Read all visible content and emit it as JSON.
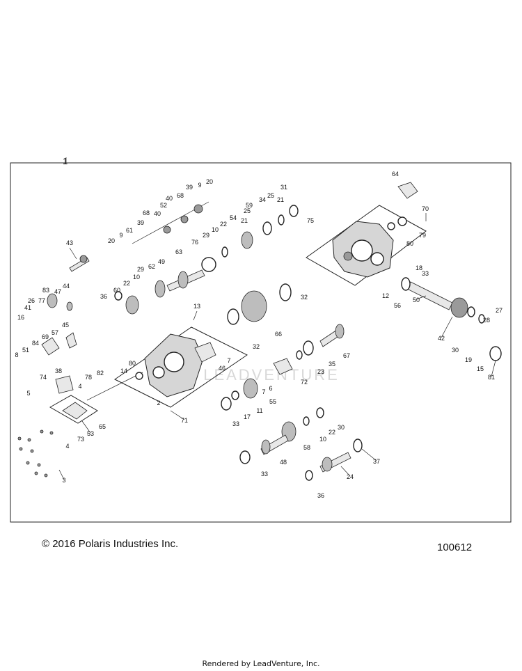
{
  "diagram": {
    "main_label": "1",
    "watermark": "LEADVENTURE",
    "copyright": "© 2016 Polaris Industries Inc.",
    "figure_number": "100612",
    "footer": "Rendered by LeadVenture, Inc."
  },
  "callouts": [
    "43",
    "20",
    "9",
    "61",
    "39",
    "68",
    "40",
    "52",
    "40",
    "39",
    "68",
    "9",
    "20",
    "59",
    "34",
    "25",
    "21",
    "31",
    "22",
    "54",
    "25",
    "21",
    "10",
    "29",
    "76",
    "63",
    "75",
    "64",
    "70",
    "80",
    "79",
    "18",
    "33",
    "12",
    "56",
    "50",
    "36",
    "60",
    "22",
    "10",
    "29",
    "62",
    "49",
    "44",
    "83",
    "47",
    "26",
    "77",
    "41",
    "16",
    "45",
    "57",
    "69",
    "84",
    "51",
    "8",
    "38",
    "74",
    "5",
    "4",
    "78",
    "82",
    "80",
    "14",
    "13",
    "32",
    "66",
    "32",
    "67",
    "7",
    "46",
    "35",
    "23",
    "72",
    "2",
    "71",
    "53",
    "73",
    "65",
    "4",
    "3",
    "7",
    "6",
    "55",
    "11",
    "17",
    "33",
    "58",
    "30",
    "22",
    "10",
    "48",
    "33",
    "37",
    "24",
    "36",
    "42",
    "28",
    "27",
    "30",
    "19",
    "15",
    "81"
  ]
}
